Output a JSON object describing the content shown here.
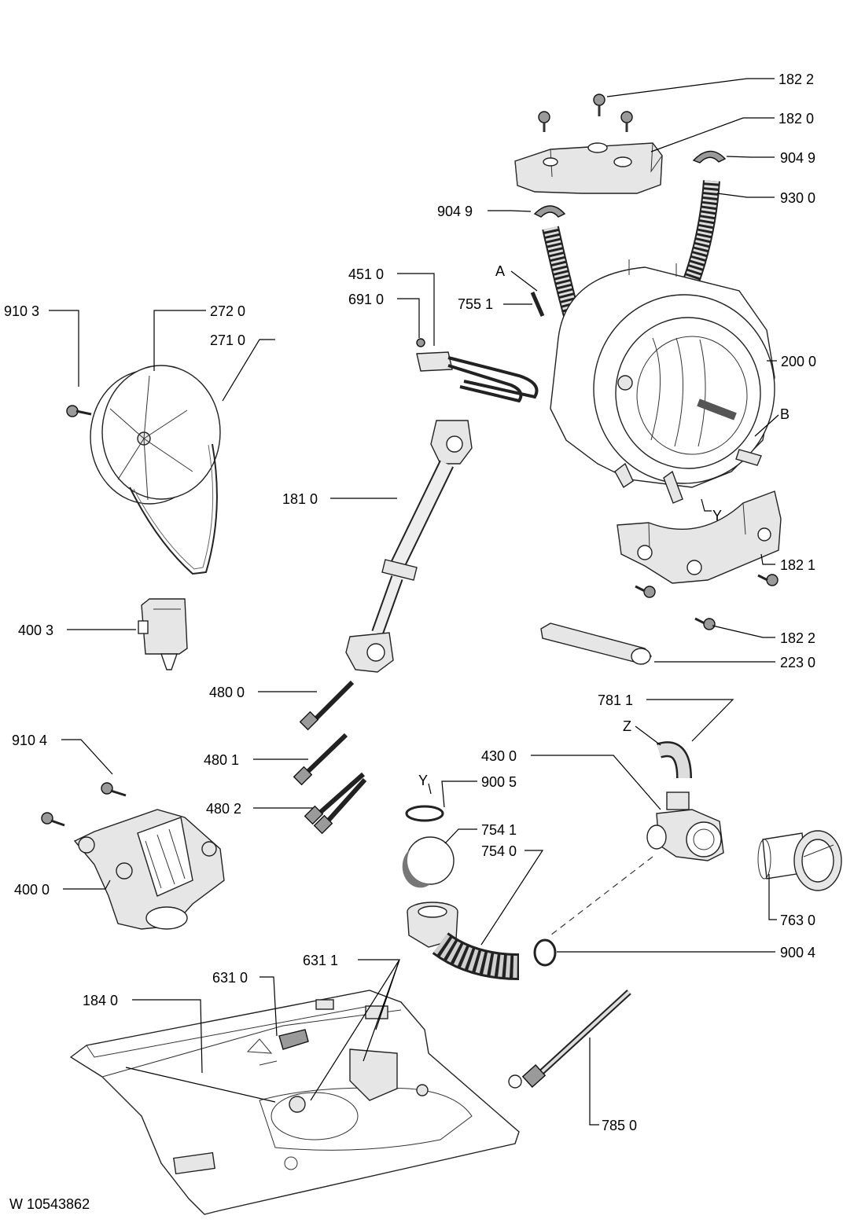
{
  "document_id": "W 10543862",
  "labels": {
    "l1822a": "182 2",
    "l1820": "182 0",
    "l9049r": "904 9",
    "l9300": "930 0",
    "l9049l": "904 9",
    "l4510": "451 0",
    "l6910": "691 0",
    "lA": "A",
    "l7551": "755 1",
    "l9103": "910 3",
    "l2720": "272 0",
    "l2710": "271 0",
    "l2000": "200 0",
    "lB": "B",
    "l1810": "181 0",
    "lY1": "Y",
    "l1821": "182 1",
    "l4003": "400 3",
    "l1822b": "182 2",
    "l2230": "223 0",
    "l4800": "480 0",
    "l7811": "781 1",
    "lZ": "Z",
    "l9104": "910 4",
    "l4801": "480 1",
    "l4300": "430 0",
    "lY2": "Y",
    "l9005": "900 5",
    "l4802": "480 2",
    "l7541": "754 1",
    "l7540": "754 0",
    "l4000": "400 0",
    "l7630": "763 0",
    "l9004": "900 4",
    "l6311": "631 1",
    "l6310": "631 0",
    "l1840": "184 0",
    "l7850": "785 0"
  }
}
